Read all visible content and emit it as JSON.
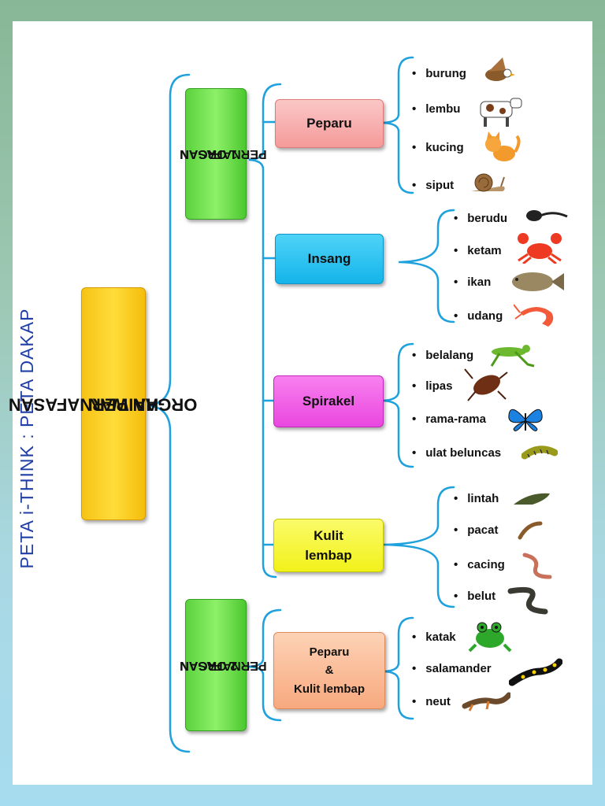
{
  "side_title": "PETA i-THINK : PETA DAKAP",
  "main_box": {
    "line1": "ORGAN PERNAFASAN",
    "line2": "HAIWAN"
  },
  "groups": [
    {
      "line1": "1 ORGAN",
      "line2": "PERNAFASAN"
    },
    {
      "line1": "2 ORGAN",
      "line2": "PERNAFASAN"
    }
  ],
  "categories": [
    {
      "label": "Peparu",
      "color": "#f7abab"
    },
    {
      "label": "Insang",
      "color": "#1fbcef"
    },
    {
      "label": "Spirakel",
      "color": "#ef5ae6"
    },
    {
      "label_lines": [
        "Kulit",
        "lembap"
      ],
      "color": "#f5f530"
    },
    {
      "label_lines": [
        "Peparu",
        "&",
        "Kulit lembap"
      ],
      "color": "#f9b792"
    }
  ],
  "bullet": "•",
  "animals": {
    "peparu": [
      "burung",
      "lembu",
      "kucing",
      "siput"
    ],
    "insang": [
      "berudu",
      "ketam",
      "ikan",
      "udang"
    ],
    "spirakel": [
      "belalang",
      "lipas",
      "rama-rama",
      "ulat beluncas"
    ],
    "kulit": [
      "lintah",
      "pacat",
      "cacing",
      "belut"
    ],
    "campur": [
      "katak",
      "salamander",
      "neut"
    ]
  },
  "colors": {
    "brace": "#1ea1dc",
    "title": "#1f3fa6"
  }
}
